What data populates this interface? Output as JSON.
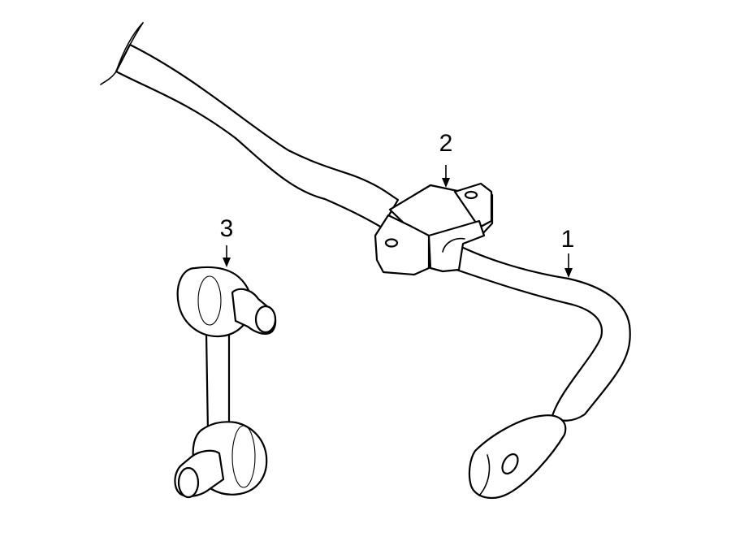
{
  "callouts": {
    "stabilizer_bar": "1",
    "bushing": "2",
    "link": "3"
  },
  "colors": {
    "line": "#000000",
    "background": "#ffffff"
  }
}
